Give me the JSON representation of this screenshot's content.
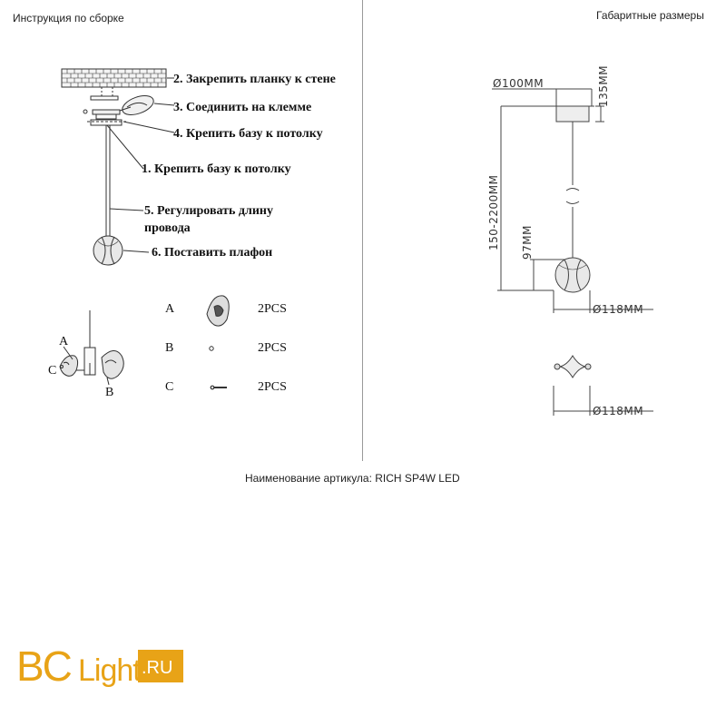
{
  "header": {
    "left_title": "Инструкция по сборке",
    "right_title": "Габаритные размеры"
  },
  "steps": [
    {
      "label": "2. Закрепить планку к стене"
    },
    {
      "label": "3. Соединить на клемме"
    },
    {
      "label": "4. Крепить базу к потолку"
    },
    {
      "label": "1. Крепить базу к потолку"
    },
    {
      "label": "5. Регулировать длину"
    },
    {
      "label": "провода"
    },
    {
      "label": "6. Поставить плафон"
    }
  ],
  "parts": [
    {
      "letter": "A",
      "qty": "2PCS",
      "icon": "shade-clip-icon"
    },
    {
      "letter": "B",
      "qty": "2PCS",
      "icon": "ring-icon"
    },
    {
      "letter": "C",
      "qty": "2PCS",
      "icon": "screw-icon"
    }
  ],
  "assembly_labels": {
    "a": "A",
    "b": "B",
    "c": "C"
  },
  "dimensions": {
    "canopy_diameter": "Ø100MM",
    "canopy_height": "135MM",
    "cable_length": "150-2200MM",
    "shade_height": "97MM",
    "shade_diameter": "Ø118MM",
    "top_diameter": "Ø118MM"
  },
  "footer": {
    "article": "Наименование артикула: RICH SP4W LED",
    "logo_main": "BCLight",
    "logo_tld": ".RU",
    "logo_color": "#e8a317"
  }
}
